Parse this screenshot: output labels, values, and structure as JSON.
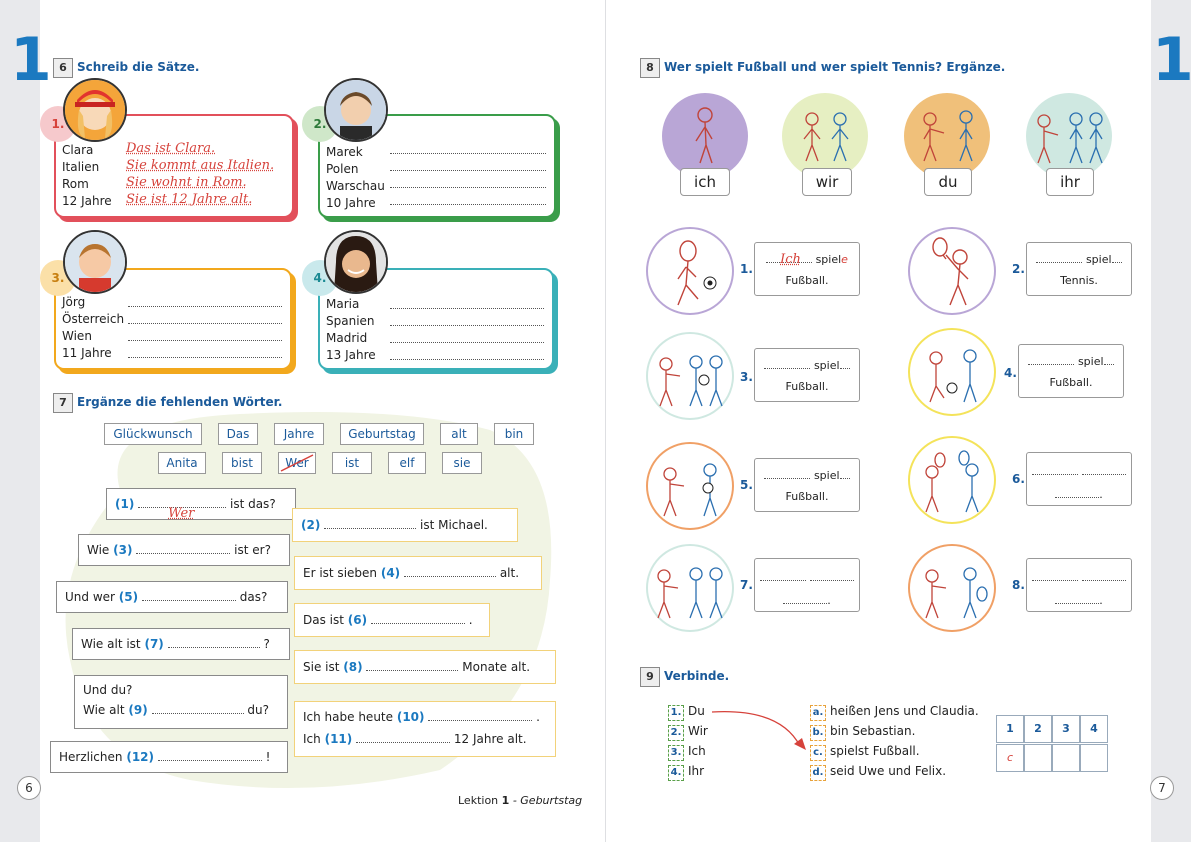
{
  "unit_number": "1",
  "left_page": {
    "page_number": "6",
    "footer": {
      "lektion": "Lektion",
      "num": "1",
      "topic": "- Geburtstag"
    },
    "ex6": {
      "number": "6",
      "title": "Schreib die Sätze.",
      "cards": [
        {
          "badge": "1.",
          "rows": [
            "Clara",
            "Italien",
            "Rom",
            "12 Jahre"
          ],
          "answers": [
            "Das ist Clara.",
            "Sie kommt aus Italien.",
            "Sie wohnt in Rom.",
            "Sie ist 12 Jahre alt."
          ],
          "color": "#e2505b"
        },
        {
          "badge": "2.",
          "rows": [
            "Marek",
            "Polen",
            "Warschau",
            "10 Jahre"
          ],
          "color": "#3a9d4a"
        },
        {
          "badge": "3.",
          "rows": [
            "Jörg",
            "Österreich",
            "Wien",
            "11 Jahre"
          ],
          "color": "#f2a81d"
        },
        {
          "badge": "4.",
          "rows": [
            "Maria",
            "Spanien",
            "Madrid",
            "13 Jahre"
          ],
          "color": "#3ab0b8"
        }
      ]
    },
    "ex7": {
      "number": "7",
      "title": "Ergänze die fehlenden Wörter.",
      "chips_row1": [
        "Glückwunsch",
        "Das",
        "Jahre",
        "Geburtstag",
        "alt",
        "bin"
      ],
      "chips_row2": [
        "Anita",
        "bist",
        "Wer",
        "ist",
        "elf",
        "sie"
      ],
      "left_boxes": [
        {
          "pre": "",
          "num": "(1)",
          "answer": "Wer",
          "post": "ist das?"
        },
        {
          "pre": "Wie",
          "num": "(3)",
          "post": "ist er?"
        },
        {
          "pre": "Und wer",
          "num": "(5)",
          "post": "das?"
        },
        {
          "pre": "Wie alt ist",
          "num": "(7)",
          "post": "?"
        },
        {
          "line1": "Und du?",
          "pre": "Wie alt",
          "num": "(9)",
          "post": "du?"
        },
        {
          "pre": "Herzlichen",
          "num": "(12)",
          "post": "!"
        }
      ],
      "right_boxes": [
        {
          "pre": "",
          "num": "(2)",
          "post": "ist Michael."
        },
        {
          "pre": "Er ist sieben",
          "num": "(4)",
          "post": "alt."
        },
        {
          "pre": "Das ist",
          "num": "(6)",
          "post": "."
        },
        {
          "pre": "Sie ist",
          "num": "(8)",
          "post": "Monate alt."
        },
        {
          "pre": "Ich habe heute",
          "num": "(10)",
          "post": ".",
          "pre2": "Ich",
          "num2": "(11)",
          "post2": "12 Jahre alt."
        }
      ]
    }
  },
  "right_page": {
    "page_number": "7",
    "ex8": {
      "number": "8",
      "title": "Wer spielt Fußball und wer spielt Tennis? Ergänze.",
      "pronouns": [
        {
          "label": "ich",
          "color": "#b9a6d6"
        },
        {
          "label": "wir",
          "color": "#e6efc2"
        },
        {
          "label": "du",
          "color": "#f0c07a"
        },
        {
          "label": "ihr",
          "color": "#cfe8e1"
        }
      ],
      "items": [
        {
          "n": "1.",
          "answer": "Ich",
          "verb": "spiel",
          "ending": "e",
          "obj": "Fußball.",
          "ring": "#b9a6d6"
        },
        {
          "n": "2.",
          "verb": "spiel",
          "obj": "Tennis.",
          "ring": "#b9a6d6"
        },
        {
          "n": "3.",
          "verb": "spiel",
          "obj": "Fußball.",
          "ring": "#cfe8e1"
        },
        {
          "n": "4.",
          "verb": "spiel",
          "obj": "Fußball.",
          "ring": "#f4e35a"
        },
        {
          "n": "5.",
          "verb": "spiel",
          "obj": "Fußball.",
          "ring": "#f0a066"
        },
        {
          "n": "6.",
          "ring": "#f4e35a"
        },
        {
          "n": "7.",
          "ring": "#cfe8e1"
        },
        {
          "n": "8.",
          "ring": "#f0a066"
        }
      ]
    },
    "ex9": {
      "number": "9",
      "title": "Verbinde.",
      "left": [
        {
          "tag": "1.",
          "text": "Du"
        },
        {
          "tag": "2.",
          "text": "Wir"
        },
        {
          "tag": "3.",
          "text": "Ich"
        },
        {
          "tag": "4.",
          "text": "Ihr"
        }
      ],
      "right": [
        {
          "tag": "a.",
          "text": "heißen Jens und Claudia."
        },
        {
          "tag": "b.",
          "text": "bin Sebastian."
        },
        {
          "tag": "c.",
          "text": "spielst Fußball."
        },
        {
          "tag": "d.",
          "text": "seid Uwe und Felix."
        }
      ],
      "grid_head": [
        "1",
        "2",
        "3",
        "4"
      ],
      "grid_answer": [
        "c",
        "",
        "",
        ""
      ]
    }
  }
}
